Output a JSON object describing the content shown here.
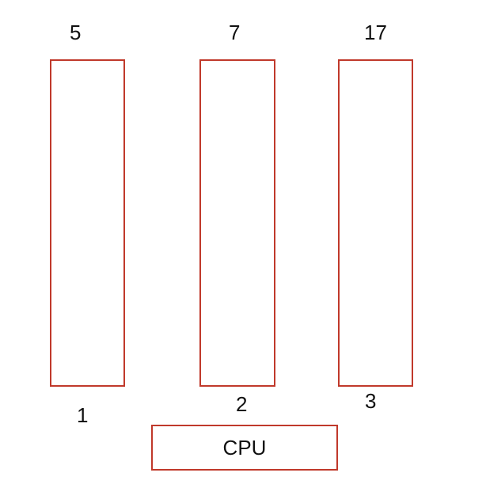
{
  "colors": {
    "box_border": "#c0392b",
    "text": "#111111",
    "background": "#ffffff"
  },
  "queues": [
    {
      "top_value": "5",
      "bottom_id": "1"
    },
    {
      "top_value": "7",
      "bottom_id": "2"
    },
    {
      "top_value": "17",
      "bottom_id": "3"
    }
  ],
  "cpu": {
    "label": "CPU"
  }
}
